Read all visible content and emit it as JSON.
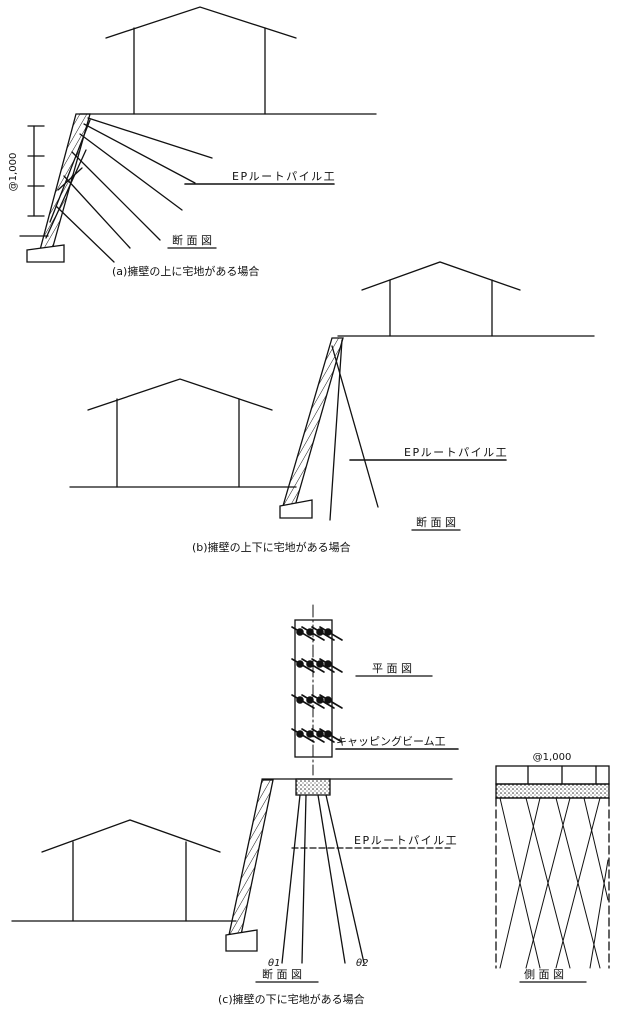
{
  "diagram_a": {
    "dimension_label": "@1,000",
    "pile_label": "EPルートパイル工",
    "view_label": "断 面 図",
    "caption": "(a)擁壁の上に宅地がある場合"
  },
  "diagram_b": {
    "pile_label": "EPルートパイル工",
    "view_label": "断 面 図",
    "caption": "(b)擁壁の上下に宅地がある場合"
  },
  "diagram_c": {
    "plan_label": "平 面 図",
    "beam_label": "キャッピングビーム工",
    "pile_label": "EPルートパイル工",
    "angle_1": "θ1",
    "angle_2": "θ2",
    "view_label": "断 面 図",
    "side_dimension_label": "@1,000",
    "side_view_label": "側 面 図",
    "caption": "(c)擁壁の下に宅地がある場合"
  },
  "colors": {
    "line": "#111111",
    "background": "#ffffff"
  }
}
